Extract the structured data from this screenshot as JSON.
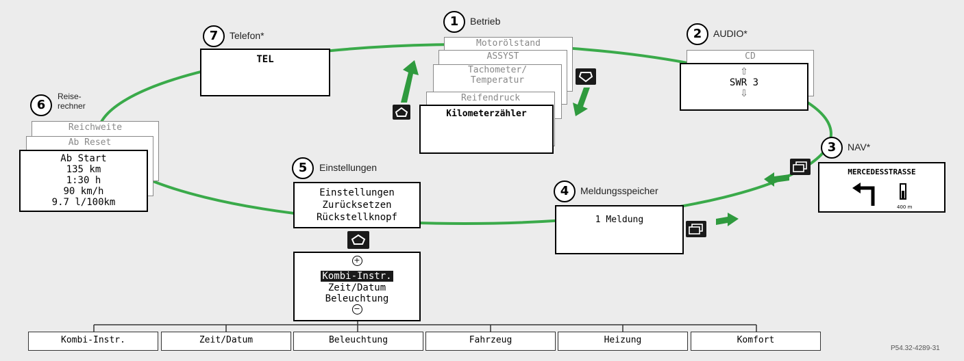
{
  "sections": {
    "betrieb": {
      "number": "1",
      "label": "Betrieb",
      "items": [
        "Motorölstand",
        "ASSYST",
        "Tachometer/",
        "Temperatur",
        "Reifendruck",
        "Kilometerzähler"
      ]
    },
    "audio": {
      "number": "2",
      "label": "AUDIO*",
      "top_item": "CD",
      "station": "SWR 3"
    },
    "nav": {
      "number": "3",
      "label": "NAV*",
      "street": "MERCEDESSTRASSE",
      "distance": "400 m"
    },
    "meldung": {
      "number": "4",
      "label": "Meldungsspeicher",
      "text": "1 Meldung"
    },
    "einstellungen": {
      "number": "5",
      "label": "Einstellungen",
      "box_lines": [
        "Einstellungen",
        "Zurücksetzen",
        "Rückstellknopf"
      ],
      "plus": "+",
      "minus": "−",
      "sub_selected": "Kombi-Instr.",
      "sub_lines": [
        "Zeit/Datum",
        "Beleuchtung"
      ]
    },
    "reise": {
      "number": "6",
      "label_line1": "Reise-",
      "label_line2": "rechner",
      "back_items": [
        "Reichweite",
        "Ab Reset"
      ],
      "lines": [
        "Ab Start",
        "135 km",
        "1:30 h",
        "90 km/h",
        "9.7 l/100km"
      ]
    },
    "telefon": {
      "number": "7",
      "label": "Telefon*",
      "text": "TEL"
    }
  },
  "tabs": [
    "Kombi-Instr.",
    "Zeit/Datum",
    "Beleuchtung",
    "Fahrzeug",
    "Heizung",
    "Komfort"
  ],
  "figure_code": "P54.32-4289-31",
  "colors": {
    "loop": "#3aaa4a",
    "arrow": "#2f9a3e",
    "button": "#1a1a1a",
    "background": "#ececec"
  }
}
